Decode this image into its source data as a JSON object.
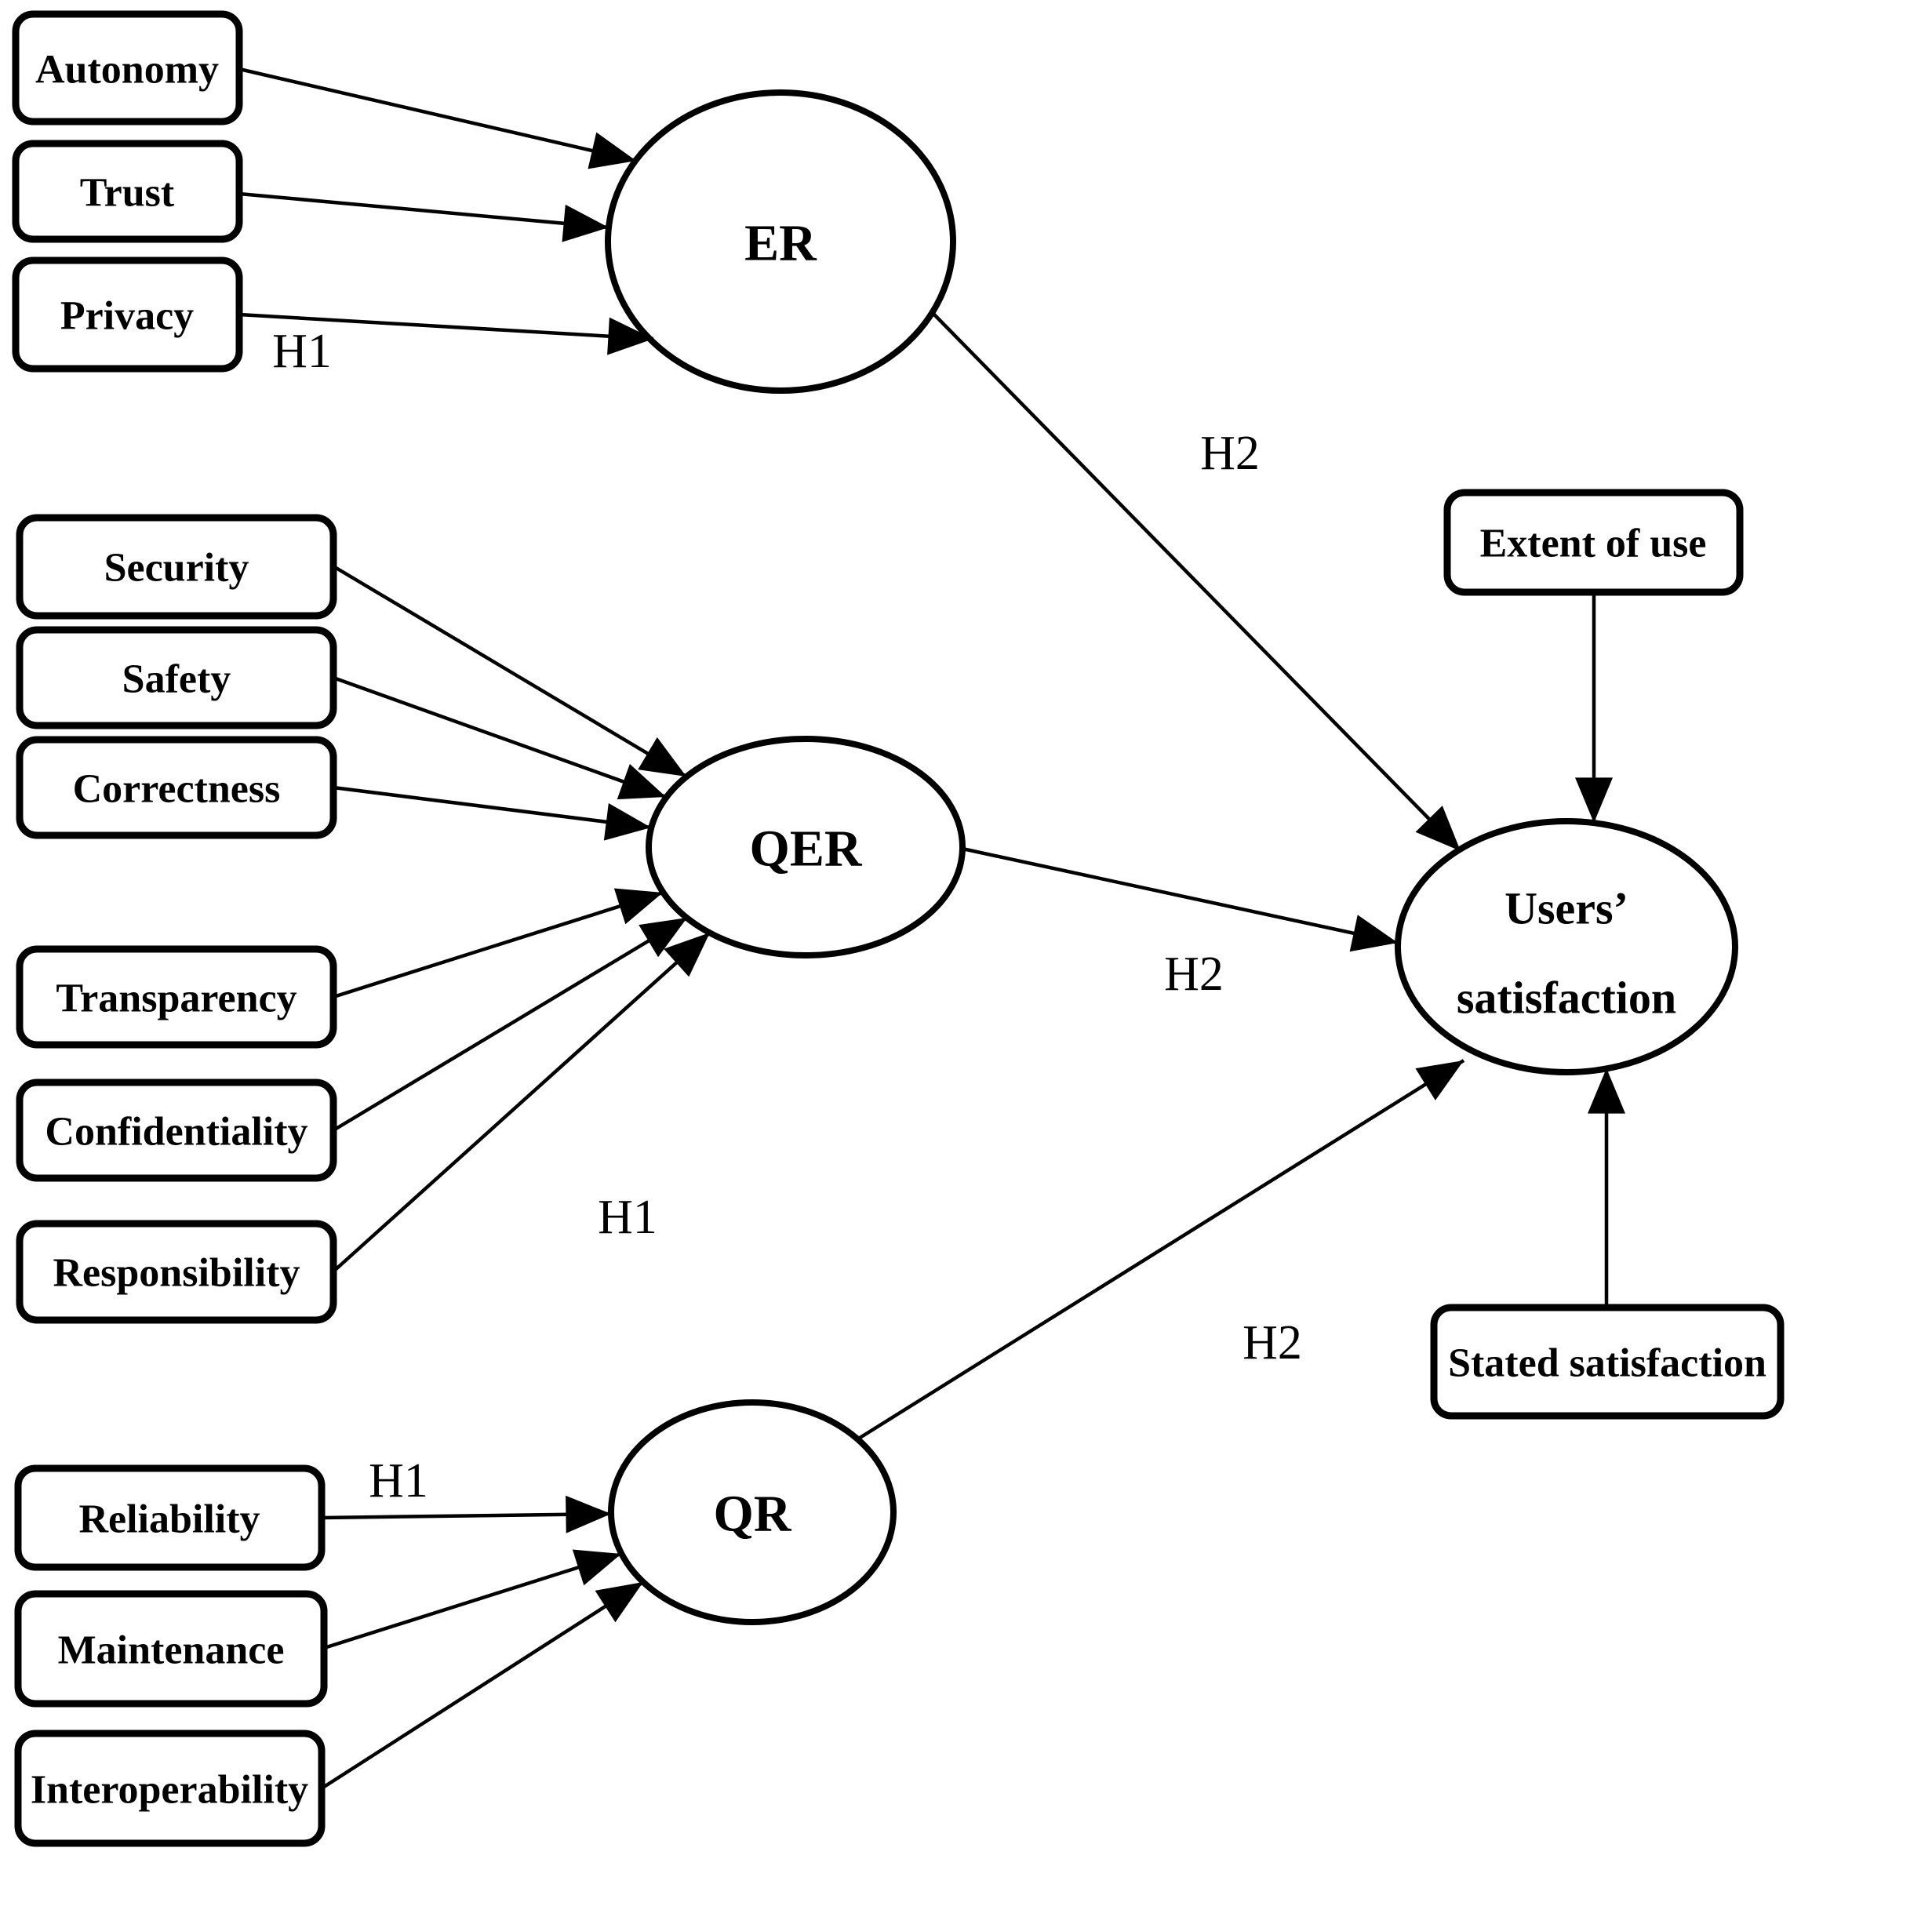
{
  "diagram": {
    "latents": {
      "er": {
        "label": "ER"
      },
      "qer": {
        "label": "QER"
      },
      "qr": {
        "label": "QR"
      },
      "users_satisfaction": {
        "label_line1": "Users’",
        "label_line2": "satisfaction"
      }
    },
    "indicators": {
      "autonomy": "Autonomy",
      "trust": "Trust",
      "privacy": "Privacy",
      "security": "Security",
      "safety": "Safety",
      "correctness": "Correctness",
      "transparency": "Transparency",
      "confidentiality": "Confidentiality",
      "responsibility": "Responsibility",
      "reliability": "Reliability",
      "maintenance": "Maintenance",
      "interoperability": "Interoperability",
      "extent_of_use": "Extent of use",
      "stated_satisfaction": "Stated satisfaction"
    },
    "hypothesis_labels": {
      "er_h1": "H1",
      "qer_h1": "H1",
      "qr_h1": "H1",
      "er_h2": "H2",
      "qer_h2": "H2",
      "qr_h2": "H2"
    },
    "colors": {
      "line": "#000000",
      "node_fill": "#ffffff",
      "text": "#000000",
      "background": "#ffffff"
    }
  }
}
